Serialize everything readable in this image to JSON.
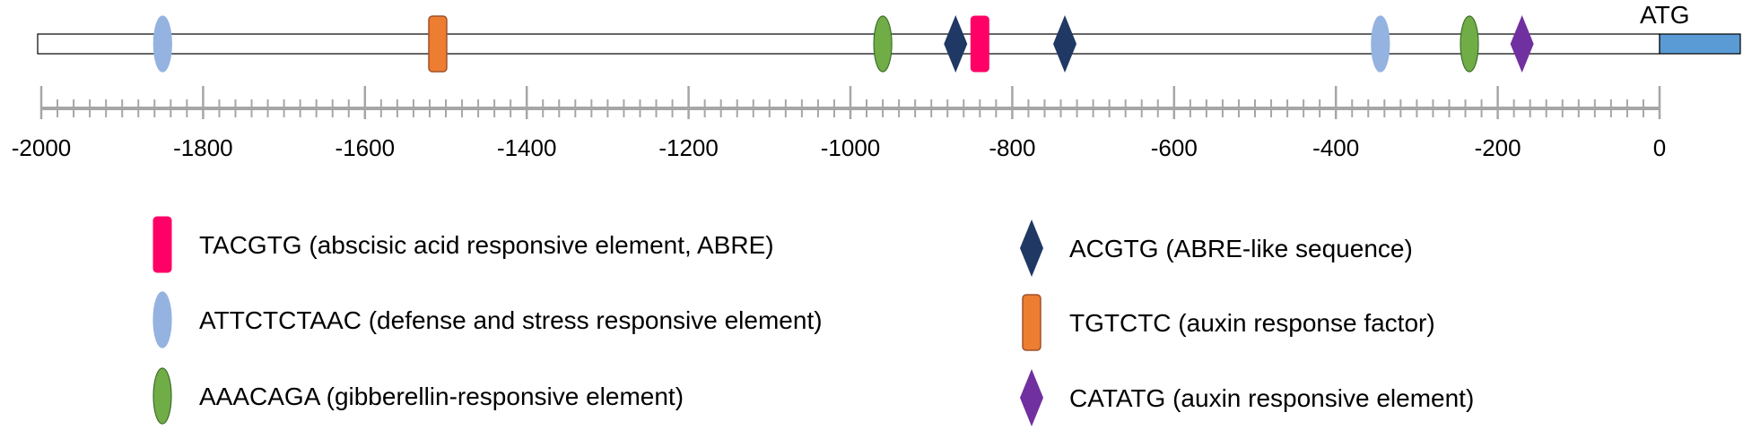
{
  "atg_label": "ATG",
  "axis": {
    "min": -2000,
    "max": 0,
    "major_step": 200,
    "minor_step": 20,
    "tick_labels": [
      "-2000",
      "-1800",
      "-1600",
      "-1400",
      "-1200",
      "-1000",
      "-800",
      "-600",
      "-400",
      "-200",
      "0"
    ]
  },
  "colors": {
    "ABRE": "#FF0066",
    "ABRE_like": "#1F3864",
    "defense_stress": "#95B3E0",
    "auxin_response_factor": "#ED7D31",
    "gibberellin": "#70AD47",
    "auxin_responsive": "#7030A0",
    "coding_region": "#5B9BD5",
    "axis": "#A6A6A6"
  },
  "elements": [
    {
      "type": "defense_stress",
      "position": -1850
    },
    {
      "type": "auxin_response_factor",
      "position": -1510
    },
    {
      "type": "gibberellin",
      "position": -960
    },
    {
      "type": "ABRE_like",
      "position": -870
    },
    {
      "type": "ABRE",
      "position": -840
    },
    {
      "type": "ABRE_like",
      "position": -735
    },
    {
      "type": "defense_stress",
      "position": -345
    },
    {
      "type": "gibberellin",
      "position": -235
    },
    {
      "type": "auxin_responsive",
      "position": -170
    }
  ],
  "legend": [
    {
      "type": "ABRE",
      "icon": "rect",
      "label": "TACGTG (abscisic acid responsive element, ABRE)"
    },
    {
      "type": "defense_stress",
      "icon": "ellipse",
      "label": "ATTCTCTAAC (defense and stress responsive element)"
    },
    {
      "type": "gibberellin",
      "icon": "ellipse",
      "label": "AAACAGA (gibberellin-responsive element)"
    },
    {
      "type": "ABRE_like",
      "icon": "diamond",
      "label": "ACGTG (ABRE-like sequence)"
    },
    {
      "type": "auxin_response_factor",
      "icon": "rect",
      "label": "TGTCTC (auxin response factor)"
    },
    {
      "type": "auxin_responsive",
      "icon": "diamond",
      "label": "CATATG (auxin responsive element)"
    }
  ]
}
